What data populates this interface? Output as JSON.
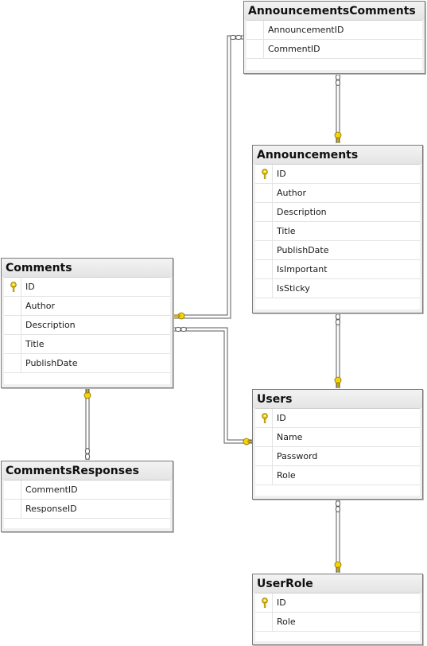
{
  "tables": {
    "announcements_comments": {
      "name": "AnnouncementsComments",
      "columns": [
        {
          "name": "AnnouncementID",
          "pk": false
        },
        {
          "name": "CommentID",
          "pk": false
        }
      ]
    },
    "announcements": {
      "name": "Announcements",
      "columns": [
        {
          "name": "ID",
          "pk": true
        },
        {
          "name": "Author",
          "pk": false
        },
        {
          "name": "Description",
          "pk": false
        },
        {
          "name": "Title",
          "pk": false
        },
        {
          "name": "PublishDate",
          "pk": false
        },
        {
          "name": "IsImportant",
          "pk": false
        },
        {
          "name": "IsSticky",
          "pk": false
        }
      ]
    },
    "comments": {
      "name": "Comments",
      "columns": [
        {
          "name": "ID",
          "pk": true
        },
        {
          "name": "Author",
          "pk": false
        },
        {
          "name": "Description",
          "pk": false
        },
        {
          "name": "Title",
          "pk": false
        },
        {
          "name": "PublishDate",
          "pk": false
        }
      ]
    },
    "comments_responses": {
      "name": "CommentsResponses",
      "columns": [
        {
          "name": "CommentID",
          "pk": false
        },
        {
          "name": "ResponseID",
          "pk": false
        }
      ]
    },
    "users": {
      "name": "Users",
      "columns": [
        {
          "name": "ID",
          "pk": true
        },
        {
          "name": "Name",
          "pk": false
        },
        {
          "name": "Password",
          "pk": false
        },
        {
          "name": "Role",
          "pk": false
        }
      ]
    },
    "user_role": {
      "name": "UserRole",
      "columns": [
        {
          "name": "ID",
          "pk": true
        },
        {
          "name": "Role",
          "pk": false
        }
      ]
    }
  },
  "relationships": [
    {
      "from": "announcements",
      "to": "announcements_comments",
      "one_end": "announcements",
      "many_end": "announcements_comments"
    },
    {
      "from": "comments",
      "to": "announcements_comments",
      "one_end": "comments",
      "many_end": "announcements_comments"
    },
    {
      "from": "users",
      "to": "announcements",
      "one_end": "users",
      "many_end": "announcements"
    },
    {
      "from": "users",
      "to": "comments",
      "one_end": "users",
      "many_end": "comments"
    },
    {
      "from": "comments",
      "to": "comments_responses",
      "one_end": "comments",
      "many_end": "comments_responses"
    },
    {
      "from": "user_role",
      "to": "users",
      "one_end": "user_role",
      "many_end": "users"
    }
  ],
  "colors": {
    "key": "#f5d20a",
    "key_stroke": "#8a7300",
    "line": "#5a5a5a"
  }
}
